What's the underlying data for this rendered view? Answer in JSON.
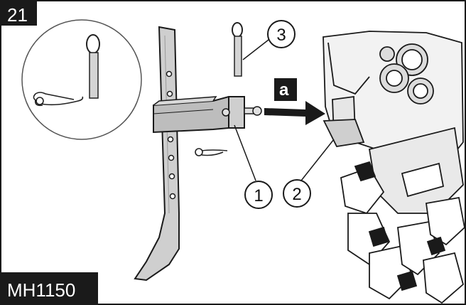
{
  "figure": {
    "step_number": "21",
    "model_code": "MH1150",
    "arrow_label": "a",
    "callouts": [
      {
        "label": "1"
      },
      {
        "label": "2"
      },
      {
        "label": "3"
      }
    ]
  },
  "colors": {
    "tag_bg": "#1a1a1a",
    "line": "#1a1a1a",
    "steel": "#c9c9c9",
    "steel_dark": "#9a9a9a"
  }
}
